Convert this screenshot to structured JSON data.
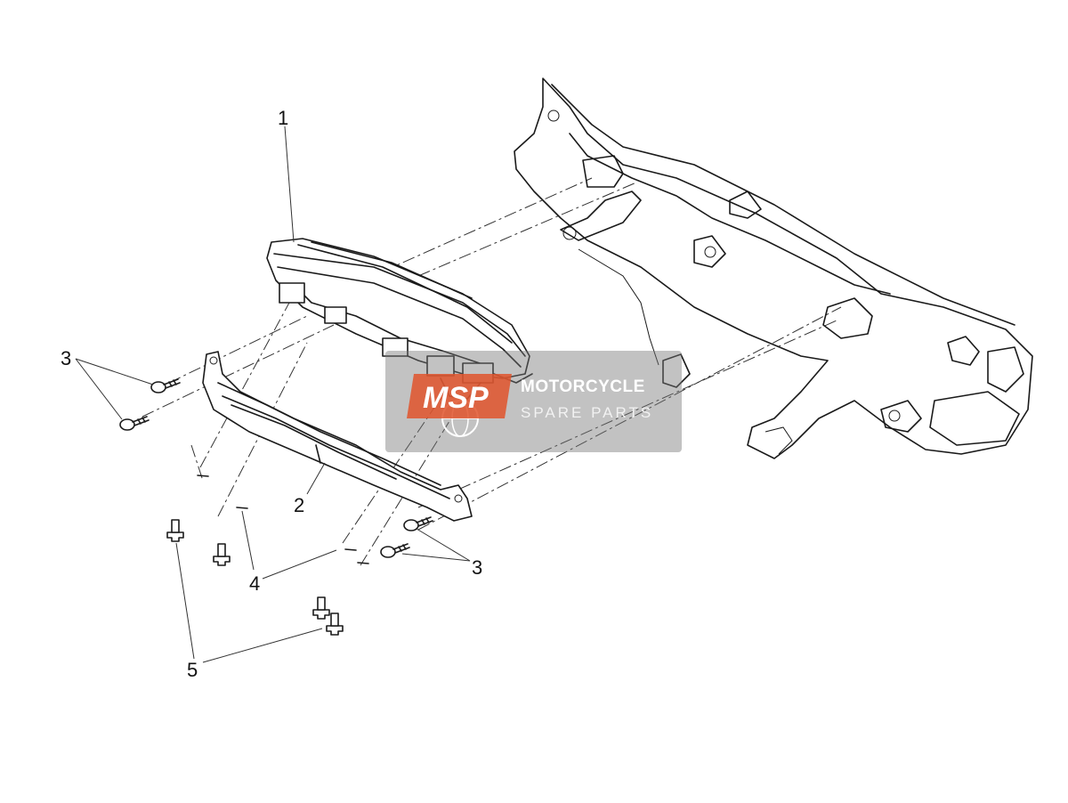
{
  "callouts": {
    "c1": "1",
    "c2": "2",
    "c3a": "3",
    "c3b": "3",
    "c4": "4",
    "c5": "5"
  },
  "watermark": {
    "logo_text": "MSP",
    "brand": "MOTORCYCLE",
    "tagline": "SPARE PARTS",
    "accent_color": "#e0542b"
  }
}
